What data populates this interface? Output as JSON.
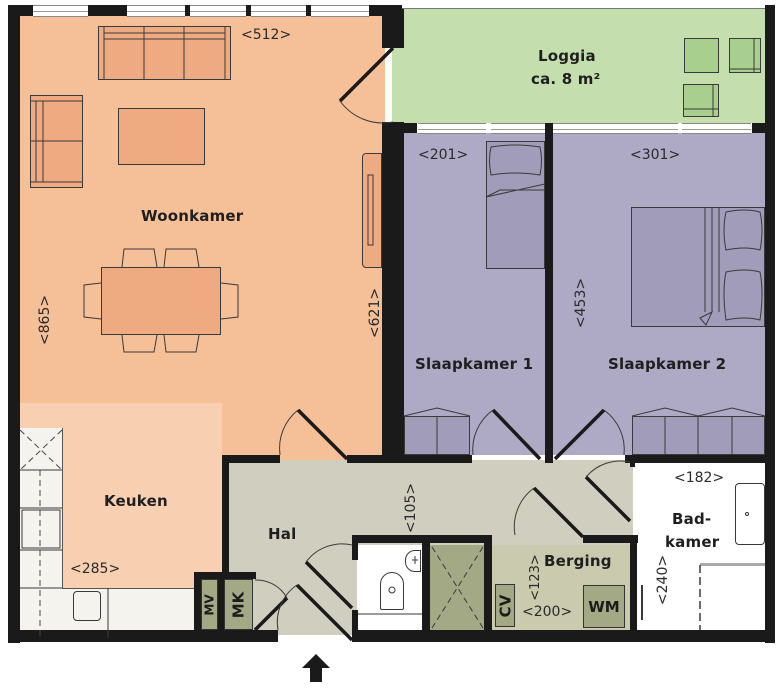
{
  "floorplan": {
    "colors": {
      "living": "#f5bf98",
      "kitchen": "#f8cfb0",
      "loggia": "#c4deae",
      "bedroom": "#aea9c4",
      "hall": "#d0cfbf",
      "storage": "#c9caae",
      "bathroom": "#ffffff",
      "wall": "#1a1a1a",
      "fixture": "#a4a985"
    },
    "rooms": {
      "woonkamer": {
        "label": "Woonkamer",
        "dim_width": "<512>",
        "dim_height": "<865>",
        "dim_inner": "<621>"
      },
      "keuken": {
        "label": "Keuken",
        "dim_width": "<285>"
      },
      "loggia": {
        "label": "Loggia",
        "area": "ca. 8 m²"
      },
      "slaapkamer1": {
        "label": "Slaapkamer 1",
        "dim_width": "<201>"
      },
      "slaapkamer2": {
        "label": "Slaapkamer 2",
        "dim_width": "<301>",
        "dim_height": "<453>"
      },
      "hal": {
        "label": "Hal",
        "dim": "<105>"
      },
      "berging": {
        "label": "Berging",
        "dim_width": "<200>",
        "dim_height": "<123>"
      },
      "badkamer": {
        "label_line1": "Bad-",
        "label_line2": "kamer",
        "dim_width": "<182>",
        "dim_height": "<240>"
      }
    },
    "fixtures": {
      "mv": "MV",
      "mk": "MK",
      "cv": "CV",
      "wm": "WM"
    },
    "entrance": {
      "icon": "arrow-up-icon"
    }
  }
}
